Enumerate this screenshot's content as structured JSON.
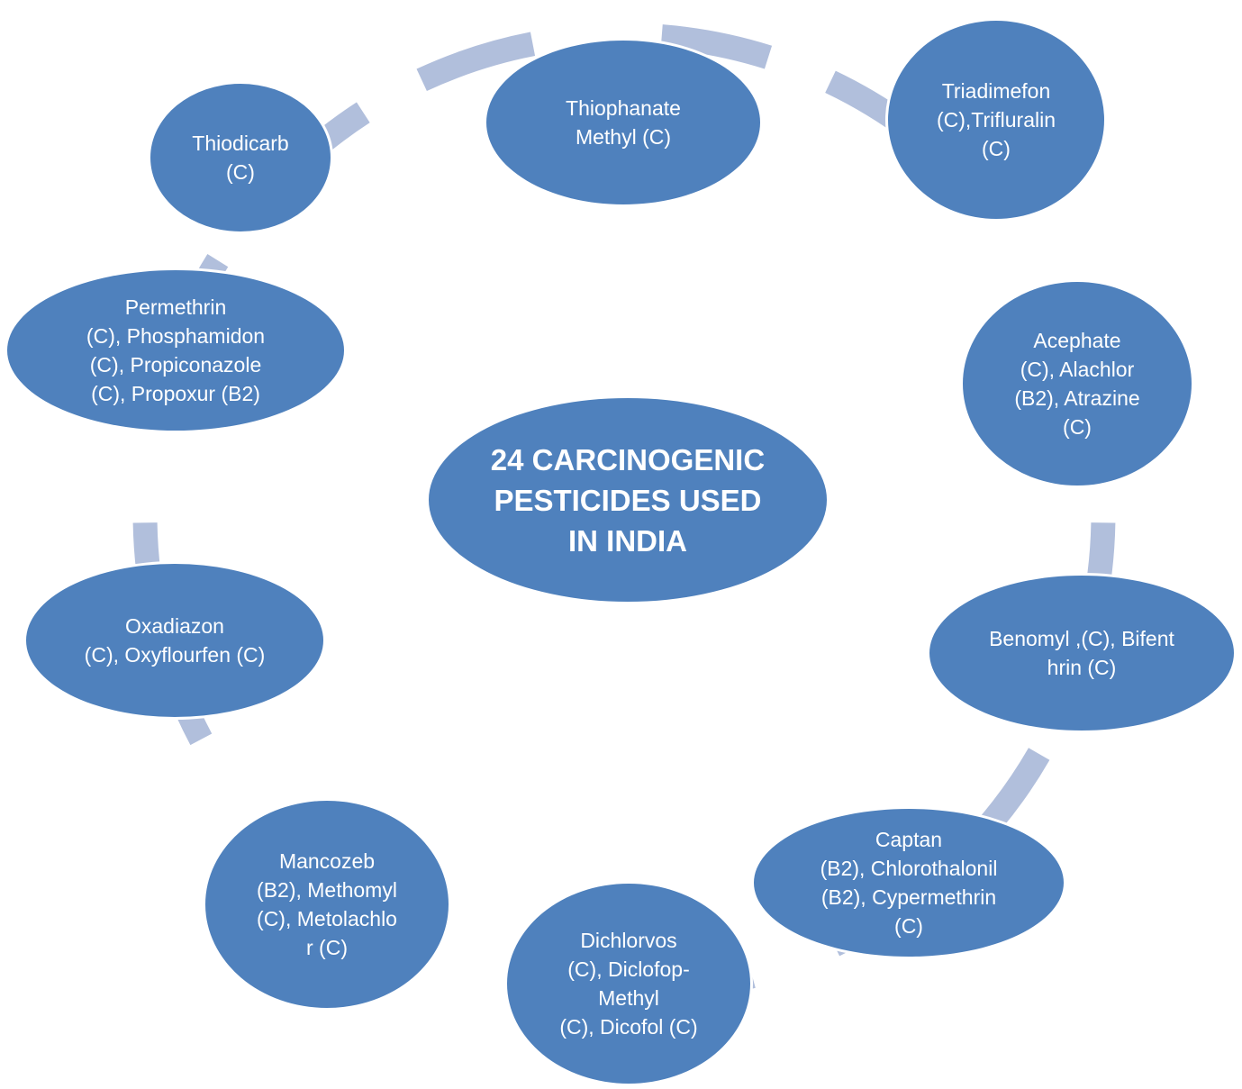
{
  "colors": {
    "node_fill": "#4f81bd",
    "node_stroke": "#ffffff",
    "connector": "#b1bfdc",
    "text": "#ffffff"
  },
  "center": {
    "label": "24 CARCINOGENIC\nPESTICIDES USED\nIN INDIA"
  },
  "nodes": [
    {
      "id": "thiophanate",
      "label": "Thiophanate\nMethyl (C)"
    },
    {
      "id": "triadimefon",
      "label": "Triadimefon\n(C),Trifluralin\n(C)"
    },
    {
      "id": "acephate",
      "label": "Acephate\n(C), Alachlor\n(B2), Atrazine\n(C)"
    },
    {
      "id": "benomyl",
      "label": "Benomyl ,(C), Bifent\nhrin (C)"
    },
    {
      "id": "captan",
      "label": "Captan\n(B2), Chlorothalonil\n(B2), Cypermethrin\n(C)"
    },
    {
      "id": "dichlorvos",
      "label": "Dichlorvos\n(C), Diclofop-\nMethyl\n(C), Dicofol (C)"
    },
    {
      "id": "mancozeb",
      "label": "Mancozeb\n(B2), Methomyl\n(C), Metolachlo\nr (C)"
    },
    {
      "id": "oxadiazon",
      "label": "Oxadiazon\n(C), Oxyflourfen (C)"
    },
    {
      "id": "permethrin",
      "label": "Permethrin\n(C), Phosphamidon\n(C), Propiconazole\n(C), Propoxur (B2)"
    },
    {
      "id": "thiodicarb",
      "label": "Thiodicarb\n(C)"
    }
  ]
}
